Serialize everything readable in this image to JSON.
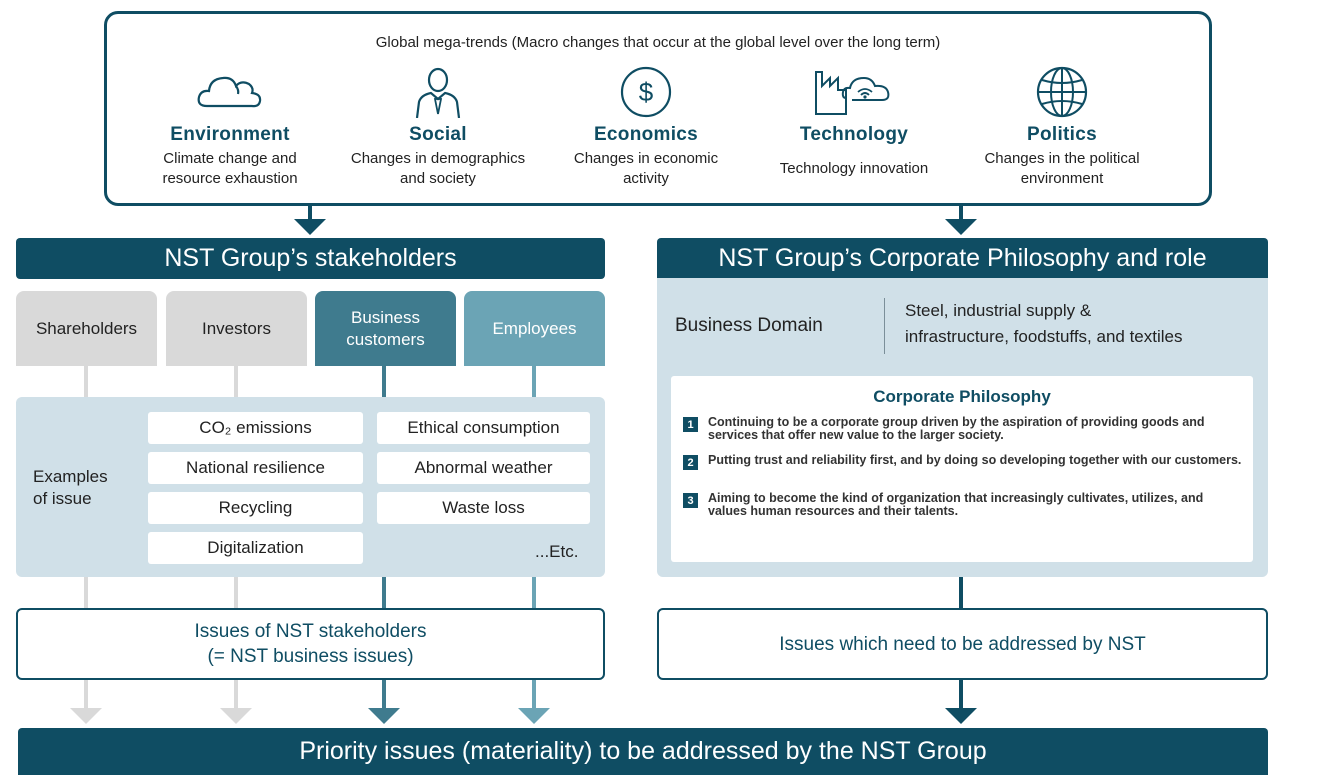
{
  "mega_trends": {
    "title": "Global mega-trends (Macro changes that occur at the global level over the long term)",
    "items": [
      {
        "name": "Environment",
        "desc": "Climate change and\nresource exhaustion",
        "icon": "cloud-icon"
      },
      {
        "name": "Social",
        "desc": "Changes in demographics\nand society",
        "icon": "person-icon"
      },
      {
        "name": "Economics",
        "desc": "Changes in economic\nactivity",
        "icon": "dollar-icon"
      },
      {
        "name": "Technology",
        "desc": "Technology innovation",
        "icon": "factory-cloud-icon"
      },
      {
        "name": "Politics",
        "desc": "Changes in the political\nenvironment",
        "icon": "globe-icon"
      }
    ]
  },
  "stakeholders": {
    "header": "NST Group’s stakeholders",
    "tabs": [
      "Shareholders",
      "Investors",
      "Business\ncustomers",
      "Employees"
    ],
    "examples_label": "Examples\nof issue",
    "issues_left": [
      "CO₂ emissions",
      "National resilience",
      "Recycling",
      "Digitalization"
    ],
    "issues_right": [
      "Ethical consumption",
      "Abnormal weather",
      "Waste loss"
    ],
    "etc": "...Etc.",
    "result": "Issues of NST stakeholders\n(= NST business issues)"
  },
  "philosophy": {
    "header": "NST Group’s Corporate Philosophy and role",
    "business_domain_label": "Business Domain",
    "business_domain_value": "Steel, industrial supply &\ninfrastructure, foodstuffs, and textiles",
    "corporate_philosophy_title": "Corporate Philosophy",
    "items": [
      {
        "num": "1",
        "text": "Continuing to be a corporate group driven by the aspiration of providing goods and services that offer new value to the larger society."
      },
      {
        "num": "2",
        "text": "Putting trust and reliability first, and by doing so developing together with our customers."
      },
      {
        "num": "3",
        "text": "Aiming to become the kind of organization that increasingly cultivates, utilizes, and values human resources and their talents."
      }
    ],
    "result": "Issues which need to be addressed by NST"
  },
  "bottom_banner": "Priority issues (materiality) to be addressed by the NST Group",
  "colors": {
    "dark_teal": "#0f4d63",
    "mid_teal": "#3f7b8e",
    "light_teal": "#6ba4b5",
    "gray": "#d9d9d9",
    "panel": "#d0e0e8"
  }
}
